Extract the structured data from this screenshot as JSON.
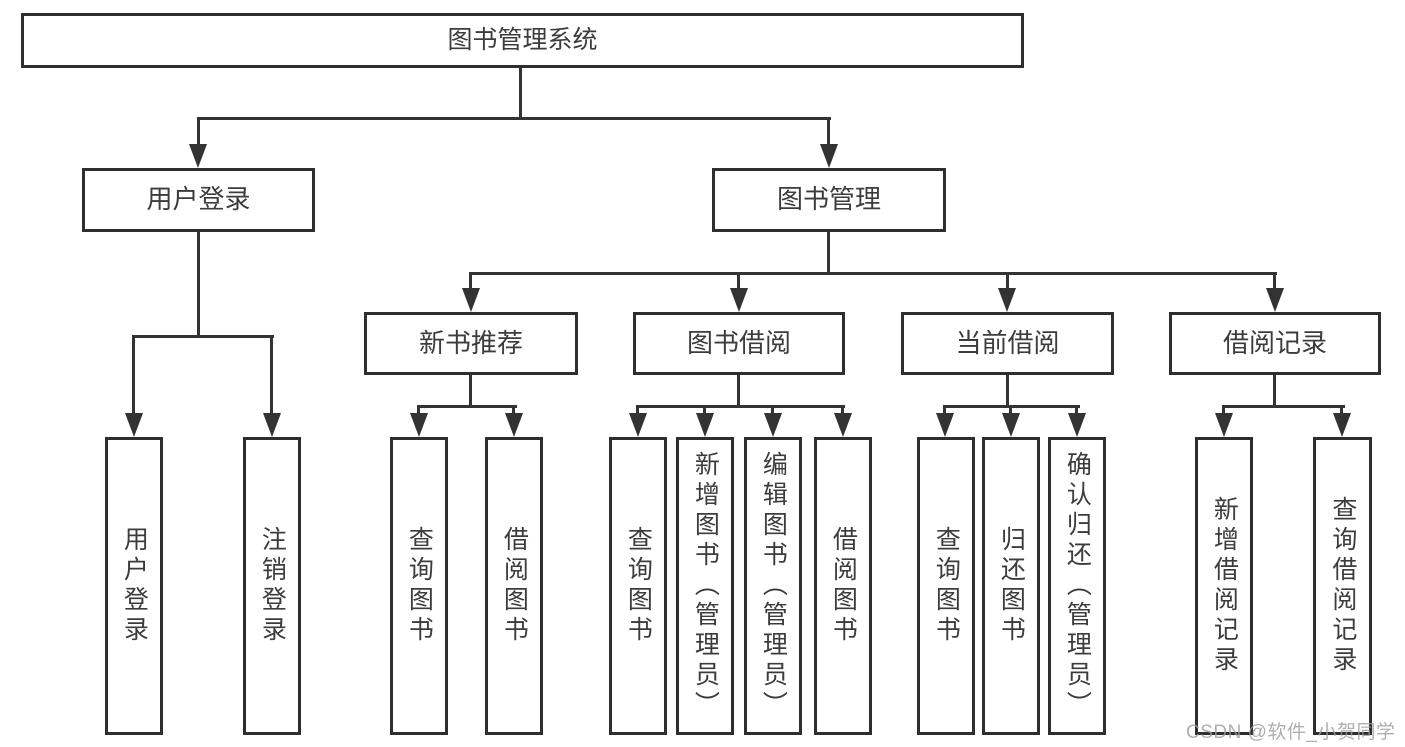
{
  "diagram": {
    "root": {
      "label": "图书管理系统"
    },
    "level1": [
      {
        "label": "用户登录"
      },
      {
        "label": "图书管理"
      }
    ],
    "level2": [
      {
        "label": "新书推荐"
      },
      {
        "label": "图书借阅"
      },
      {
        "label": "当前借阅"
      },
      {
        "label": "借阅记录"
      }
    ],
    "leaves": {
      "user_login": [
        {
          "label": "用户登录"
        },
        {
          "label": "注销登录"
        }
      ],
      "new_book": [
        {
          "label": "查询图书"
        },
        {
          "label": "借阅图书"
        }
      ],
      "book_borrow": [
        {
          "label": "查询图书"
        },
        {
          "label": "新增图书（管理员）"
        },
        {
          "label": "编辑图书（管理员）"
        },
        {
          "label": "借阅图书"
        }
      ],
      "current_borrow": [
        {
          "label": "查询图书"
        },
        {
          "label": "归还图书"
        },
        {
          "label": "确认归还（管理员）"
        }
      ],
      "borrow_records": [
        {
          "label": "新增借阅记录"
        },
        {
          "label": "查询借阅记录"
        }
      ]
    },
    "colors": {
      "line": "#333333",
      "border": "#2e2e2e",
      "text": "#3c3c3c",
      "watermark": "#9e9e9e",
      "background": "#ffffff"
    }
  },
  "watermark": {
    "text": "CSDN @软件_小贺同学"
  }
}
